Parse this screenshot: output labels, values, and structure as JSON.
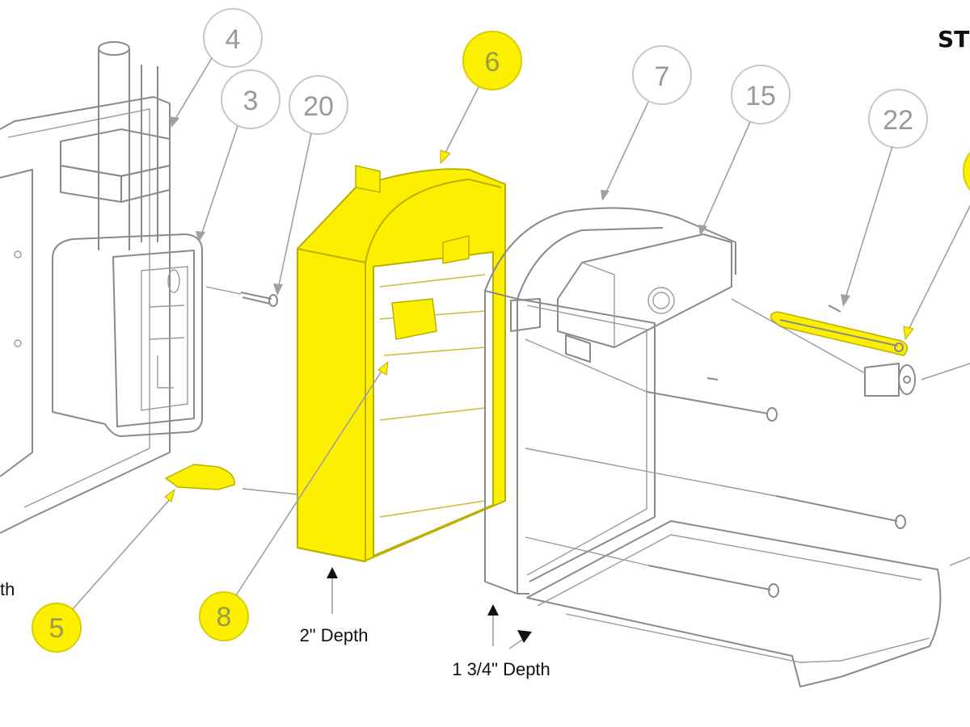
{
  "title_fragment": "ST",
  "depth_labels": {
    "cut_left": "th",
    "two_inch": "2\" Depth",
    "one_three_quarter": "1 3/4\" Depth"
  },
  "balloons": {
    "b4": "4",
    "b3": "3",
    "b20": "20",
    "b6": "6",
    "b7": "7",
    "b15": "15",
    "b22": "22",
    "b5": "5",
    "b8": "8"
  },
  "colors": {
    "highlight": "#fcf000",
    "line": "#8a8a8a",
    "balloon_outline": "#c8c8c8",
    "text": "#111111"
  }
}
